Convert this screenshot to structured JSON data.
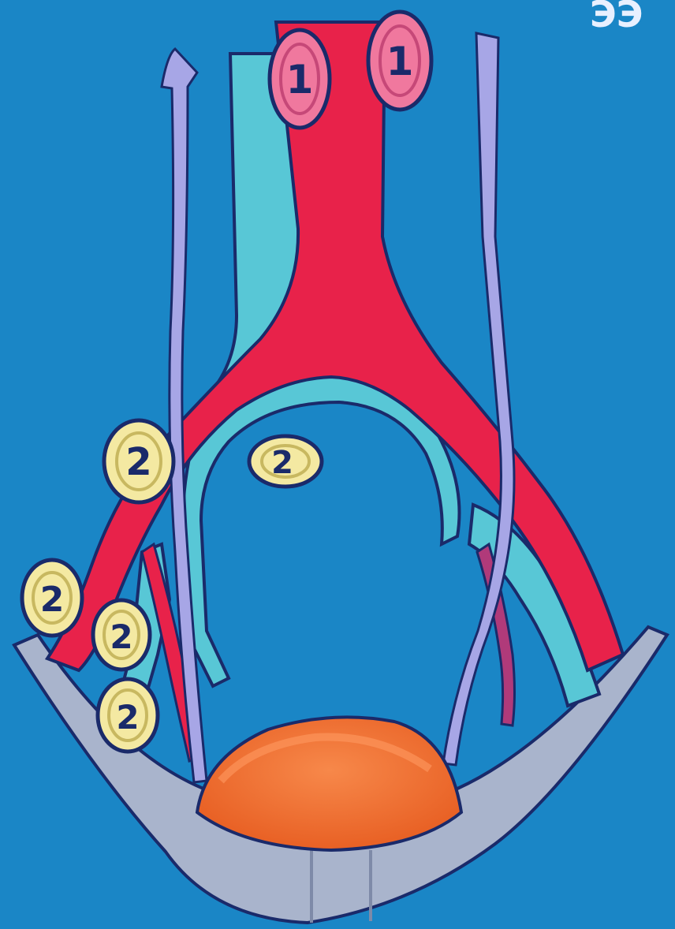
{
  "corner_text": "ЭЭ",
  "labels": {
    "n1a": "1",
    "n1b": "1",
    "n2a": "2",
    "n2b": "2",
    "n2c": "2",
    "n2d": "2",
    "n2e": "2"
  },
  "colors": {
    "background": "#1a86c6",
    "artery": "#e8224a",
    "vein": "#58c7d6",
    "nerve": "#a7a6e6",
    "pelvis": "#a9b4cc",
    "bladder": "#f07335",
    "node1": "#f0789e",
    "node2": "#f4e9a2"
  }
}
